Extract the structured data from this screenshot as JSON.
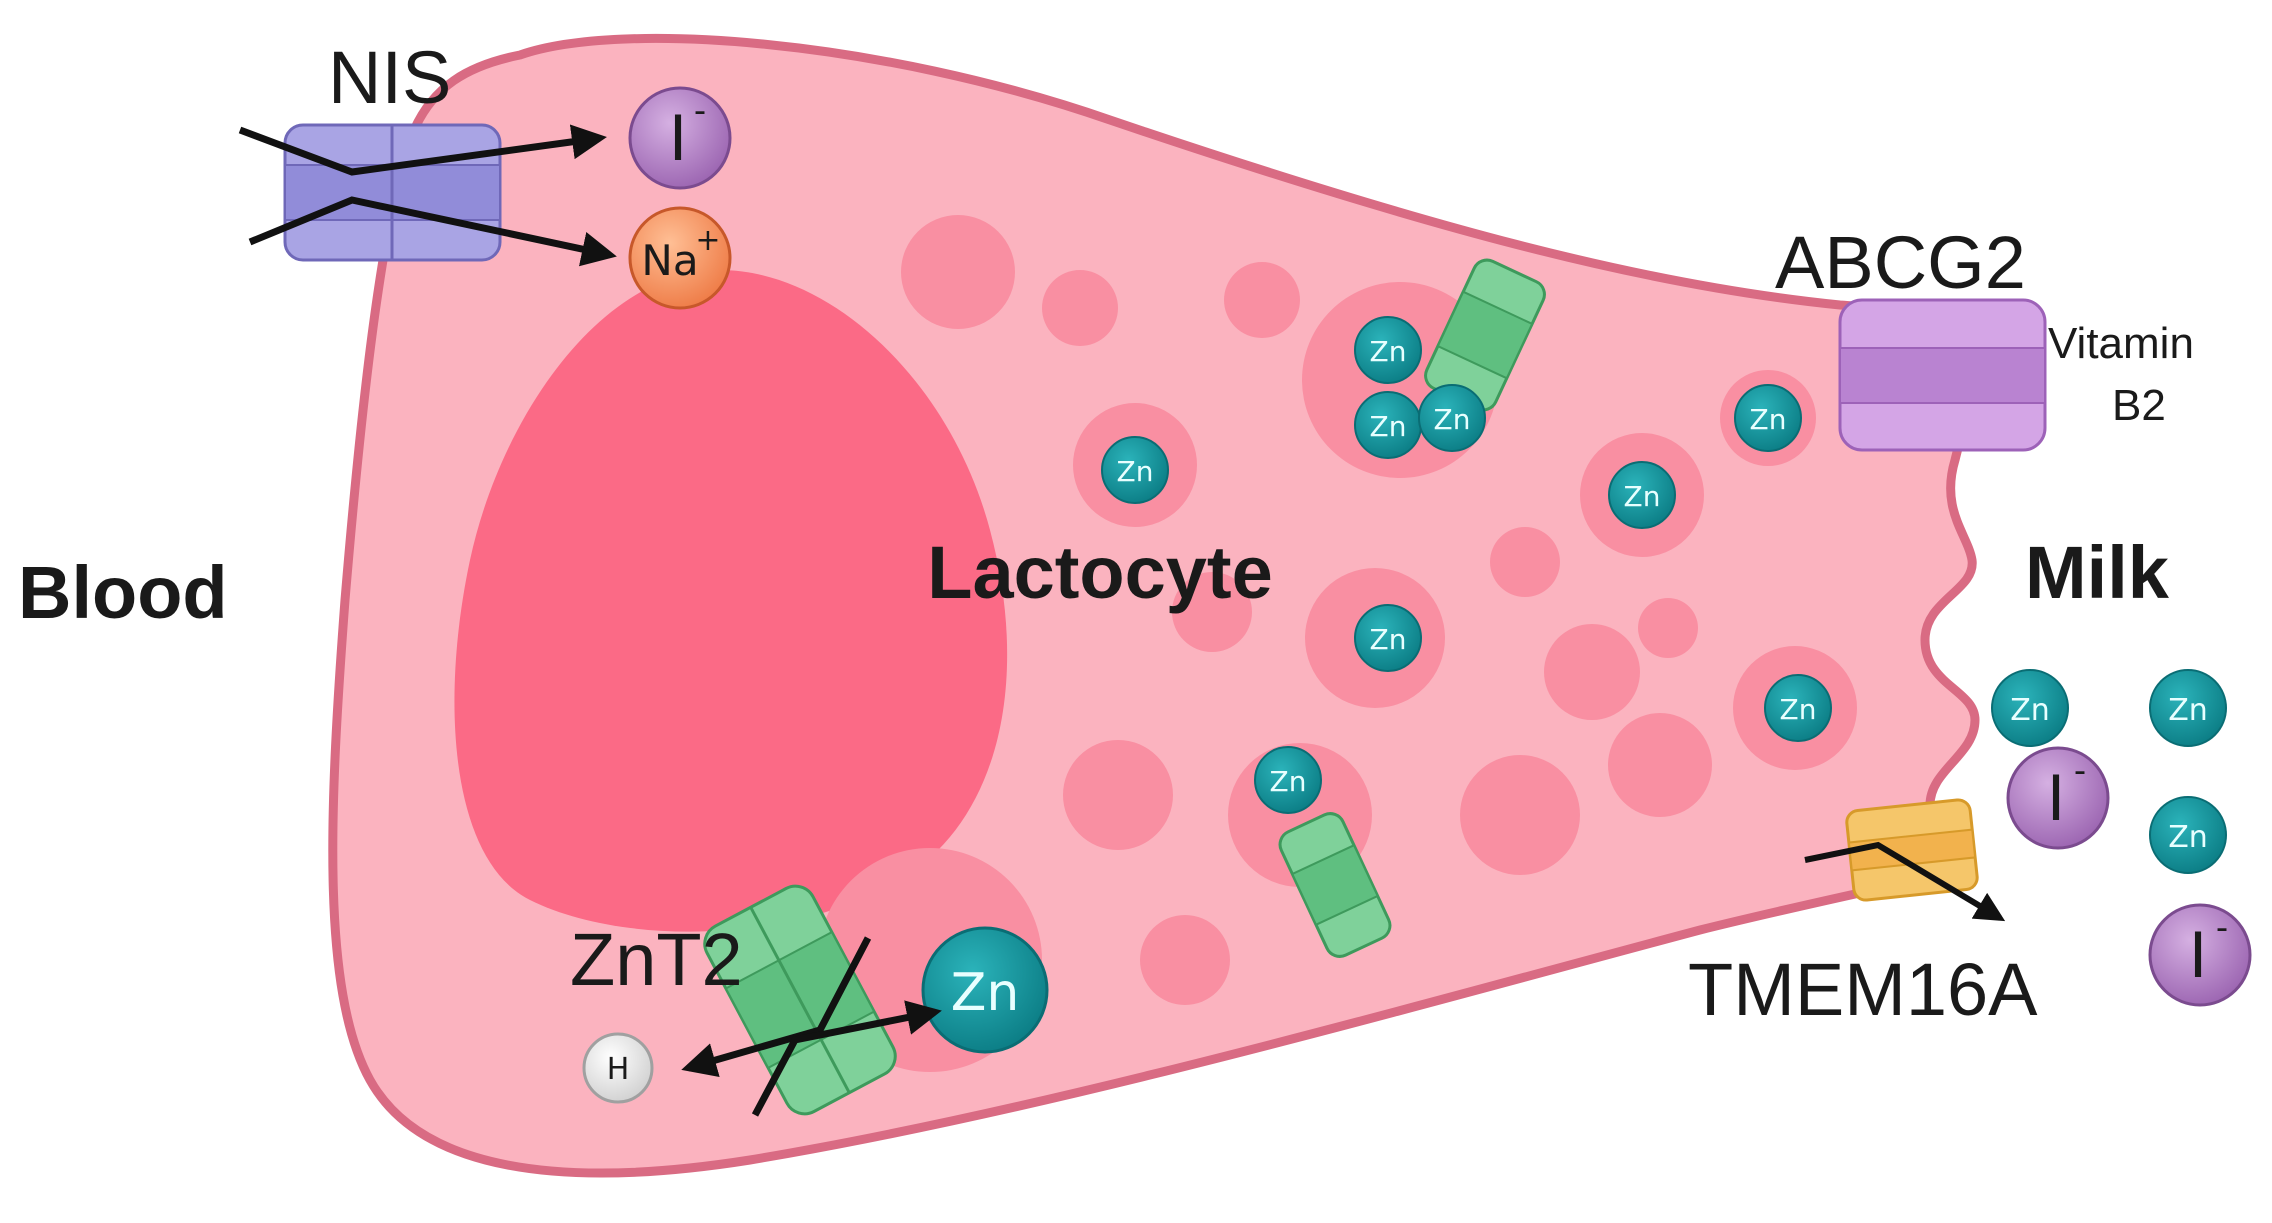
{
  "labels": {
    "blood": "Blood",
    "lactocyte": "Lactocyte",
    "milk": "Milk",
    "nis": "NIS",
    "abcg2": "ABCG2",
    "vitamin_line1": "Vitamin",
    "vitamin_line2": "B2",
    "znt2": "ZnT2",
    "tmem16a": "TMEM16A"
  },
  "ions": {
    "zinc": "Zn",
    "iodide": "I",
    "iodide_charge": "-",
    "sodium": "Na",
    "sodium_charge": "+",
    "hydrogen": "H"
  },
  "colors": {
    "cell_fill": "#fbb3bf",
    "cell_border": "#d96b83",
    "nucleus": "#fb6a86",
    "vesicle": "#f98fa2",
    "zinc": "#118f97",
    "iodide": "#b07ac2",
    "sodium": "#f6905f",
    "hydrogen": "#e6e6e6",
    "nis_transporter": "#a9a4e4",
    "abcg2_transporter": "#c58ed9",
    "znt2_transporter": "#6fc48b",
    "tmem16a_transporter": "#f5c66a"
  }
}
